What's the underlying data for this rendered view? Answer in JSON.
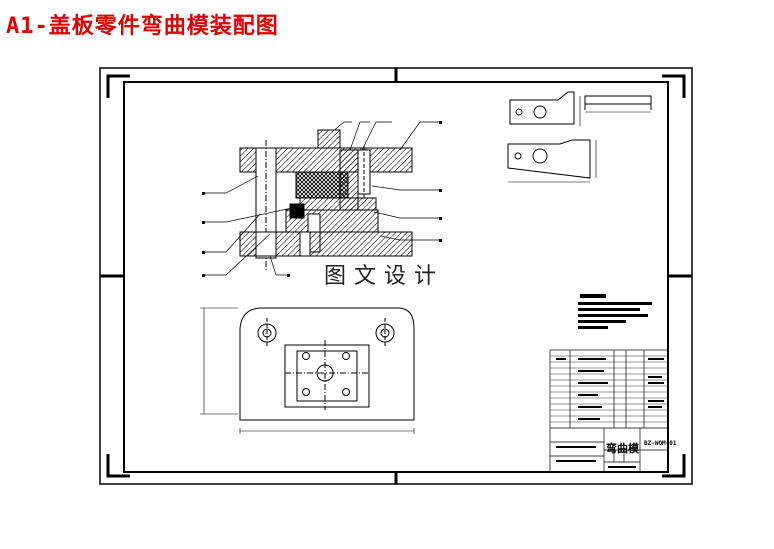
{
  "page": {
    "title": "A1-盖板零件弯曲模装配图"
  },
  "drawing": {
    "watermark": "图文设计",
    "title_block": {
      "part_name": "弯曲模",
      "drawing_code": "BZ-WQM-01"
    }
  }
}
